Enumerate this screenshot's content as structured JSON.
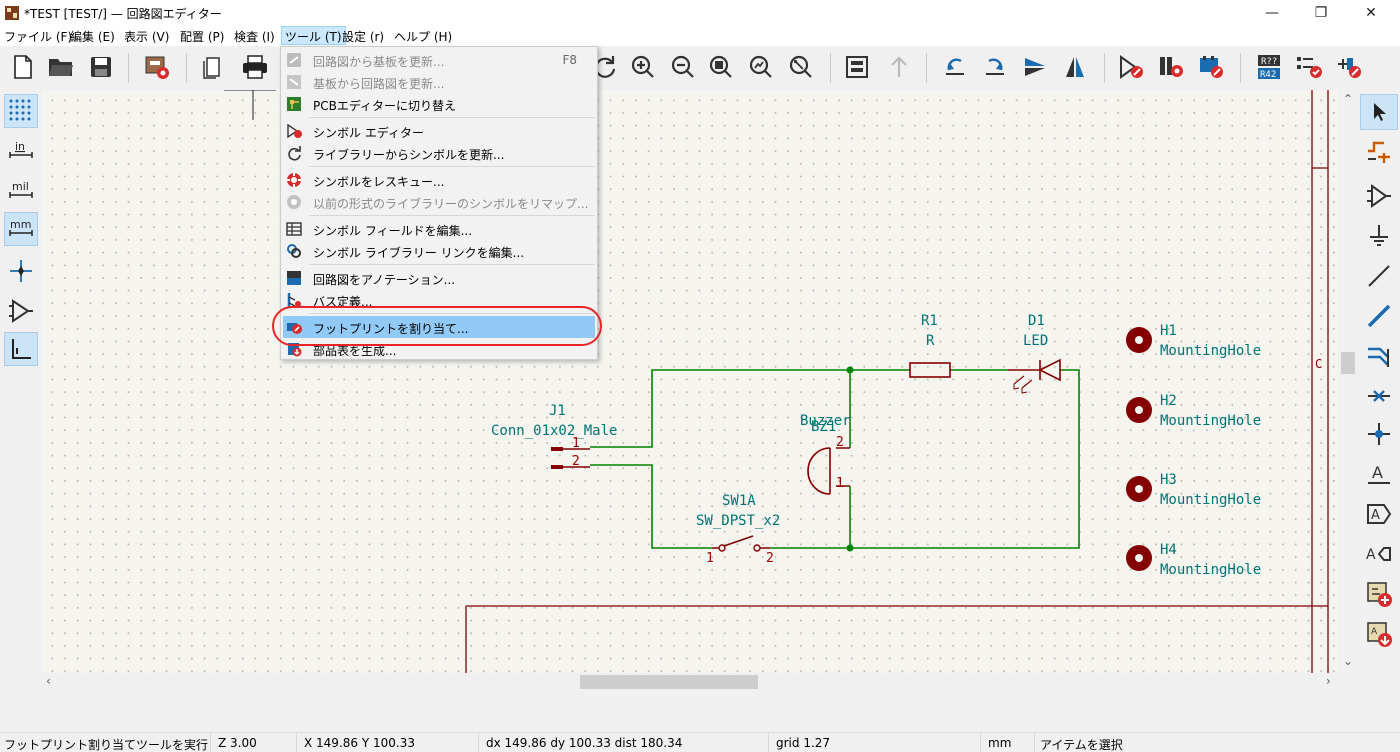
{
  "window": {
    "title": "*TEST [TEST/] — 回路図エディター",
    "controls": {
      "minimize": "—",
      "maximize": "❐",
      "close": "✕"
    }
  },
  "menubar": [
    "ファイル (F)",
    "編集 (E)",
    "表示 (V)",
    "配置 (P)",
    "検査 (I)",
    "ツール (T)",
    "設定 (r)",
    "ヘルプ (H)"
  ],
  "tools_menu": {
    "items": [
      {
        "label": "回路図から基板を更新...",
        "shortcut": "F8",
        "icon": "update-pcb-icon",
        "enabled": false
      },
      {
        "label": "基板から回路図を更新...",
        "shortcut": "",
        "icon": "update-schematic-icon",
        "enabled": false
      },
      {
        "label": "PCBエディターに切り替え",
        "shortcut": "",
        "icon": "pcb-editor-icon",
        "enabled": true
      },
      {
        "label": "シンボル エディター",
        "shortcut": "",
        "icon": "symbol-editor-icon",
        "enabled": true
      },
      {
        "label": "ライブラリーからシンボルを更新...",
        "shortcut": "",
        "icon": "refresh-icon",
        "enabled": true
      },
      {
        "label": "シンボルをレスキュー...",
        "shortcut": "",
        "icon": "rescue-icon",
        "enabled": true
      },
      {
        "label": "以前の形式のライブラリーのシンボルをリマップ...",
        "shortcut": "",
        "icon": "remap-icon",
        "enabled": false
      },
      {
        "label": "シンボル フィールドを編集...",
        "shortcut": "",
        "icon": "table-icon",
        "enabled": true
      },
      {
        "label": "シンボル ライブラリー リンクを編集...",
        "shortcut": "",
        "icon": "link-icon",
        "enabled": true
      },
      {
        "label": "回路図をアノテーション...",
        "shortcut": "",
        "icon": "annotate-icon",
        "enabled": true
      },
      {
        "label": "バス定義...",
        "shortcut": "",
        "icon": "bus-icon",
        "enabled": true
      },
      {
        "label": "フットプリントを割り当て...",
        "shortcut": "",
        "icon": "assign-footprint-icon",
        "enabled": true,
        "highlighted": true
      },
      {
        "label": "部品表を生成...",
        "shortcut": "",
        "icon": "bom-icon",
        "enabled": true
      }
    ]
  },
  "schematic": {
    "components": [
      {
        "ref": "J1",
        "value": "Conn_01x02_Male"
      },
      {
        "ref": "BZ1",
        "value": "Buzzer"
      },
      {
        "ref": "R1",
        "value": "R"
      },
      {
        "ref": "D1",
        "value": "LED"
      },
      {
        "ref": "SW1A",
        "value": "SW_DPST_x2"
      },
      {
        "ref": "H1",
        "value": "MountingHole"
      },
      {
        "ref": "H2",
        "value": "MountingHole"
      },
      {
        "ref": "H3",
        "value": "MountingHole"
      },
      {
        "ref": "H4",
        "value": "MountingHole"
      }
    ],
    "pins": {
      "j1_1": "1",
      "j1_2": "2",
      "bz_2": "2",
      "bz_1": "1",
      "sw_1": "1",
      "sw_2": "2"
    },
    "border_label": "C",
    "colors": {
      "wire": "#008400",
      "symbol": "#840000",
      "text": "#007474",
      "background": "#f5f4ef"
    }
  },
  "status": {
    "message": "フットプリント割り当てツールを実行",
    "zoom": "Z 3.00",
    "coords": "X 149.86  Y 100.33",
    "delta": "dx 149.86  dy 100.33  dist 180.34",
    "grid": "grid 1.27",
    "units": "mm",
    "mode": "アイテムを選択"
  },
  "left_toolbar": {
    "units_in": "in",
    "units_mil": "mil",
    "units_mm": "mm"
  },
  "right_toolbar": {
    "text_tool": "A"
  }
}
